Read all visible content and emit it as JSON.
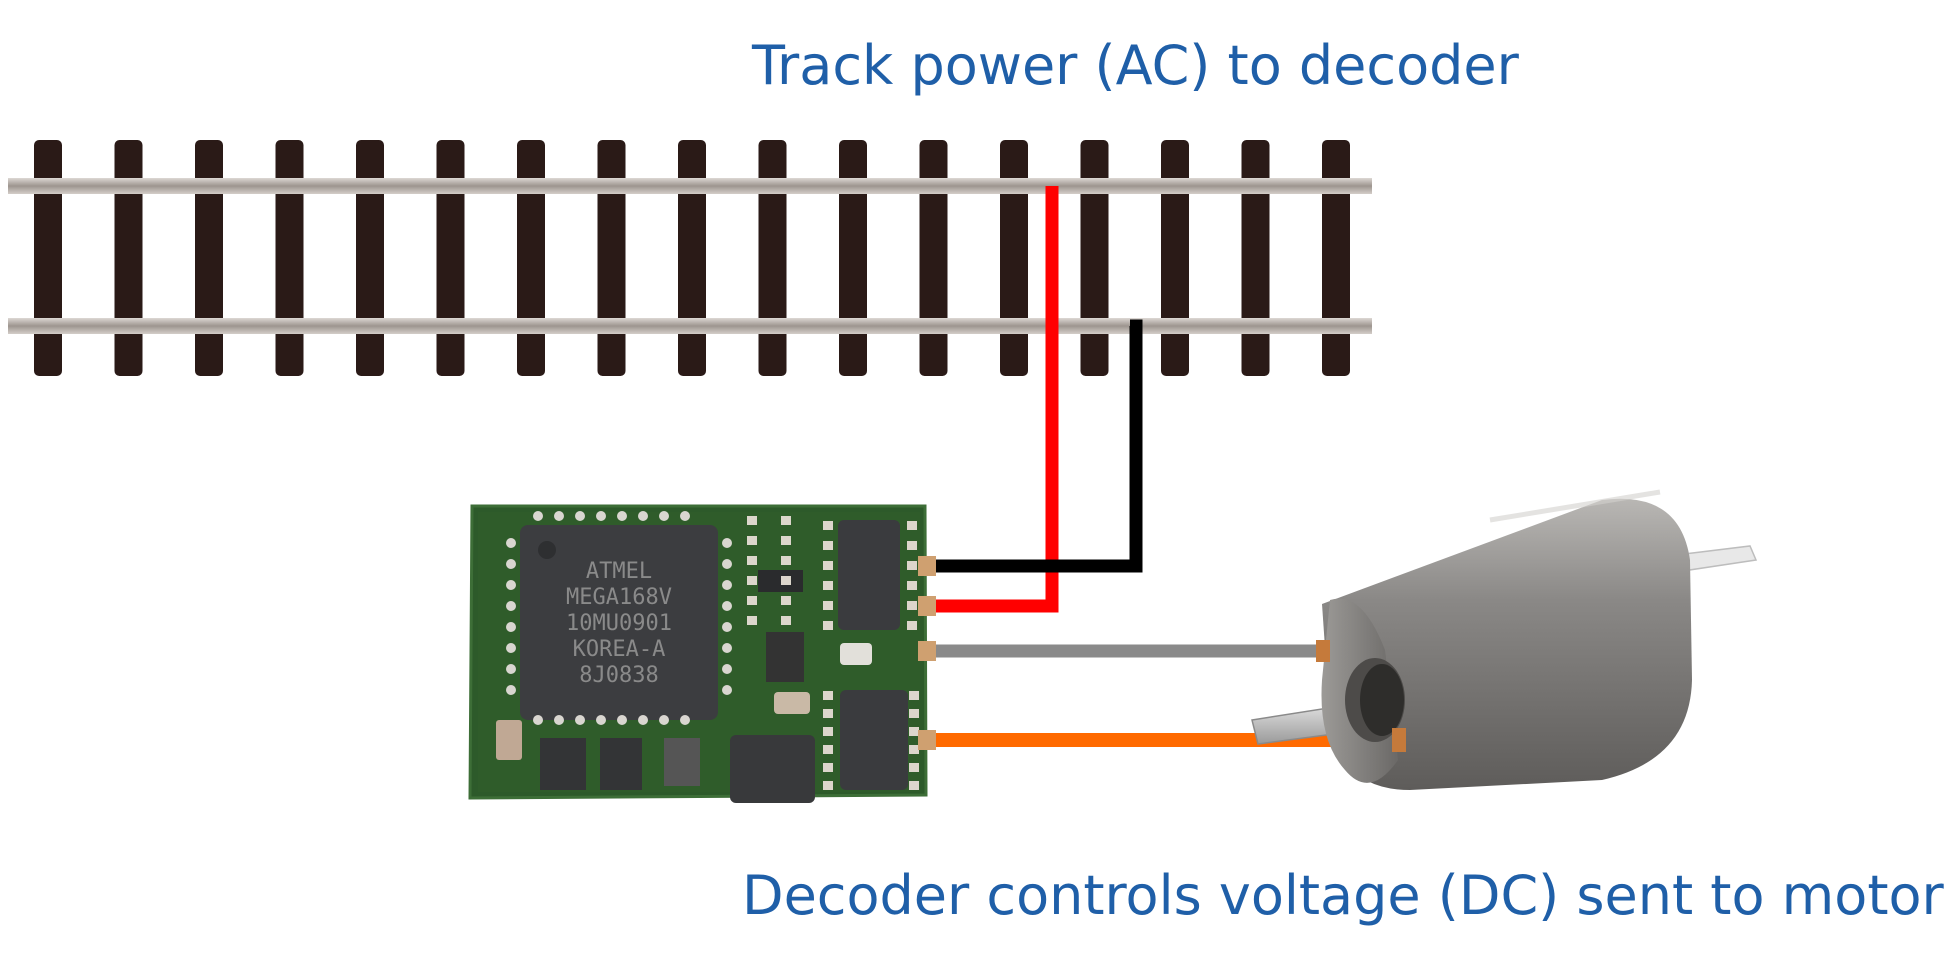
{
  "captions": {
    "top": "Track power (AC) to decoder",
    "bottom": "Decoder controls voltage (DC) sent to motor"
  },
  "chip_markings": [
    "ATMEL",
    "MEGA168V",
    "10MU0901",
    "KOREA-A",
    "8J0838"
  ],
  "colors": {
    "caption": "#1f5fa8",
    "wire_track_a": "#ff0000",
    "wire_track_b": "#000000",
    "wire_motor_a": "#8a8a8a",
    "wire_motor_b": "#ff6a00",
    "rail": "#b9b2ad",
    "tie": "#2a1a17",
    "pcb": "#2d5a2a"
  },
  "icons": [
    "track-illustration",
    "decoder-board-photo",
    "motor-photo"
  ]
}
